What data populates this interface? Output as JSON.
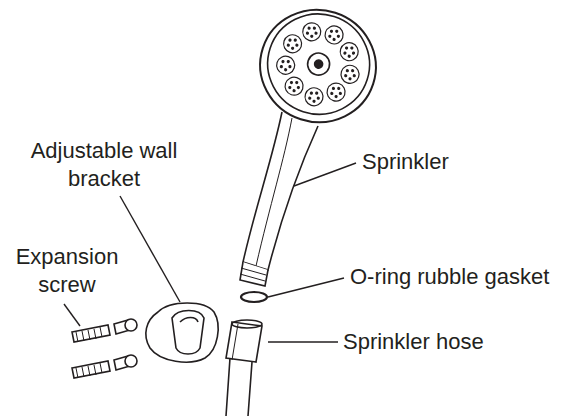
{
  "diagram": {
    "labels": [
      "Adjustable wall bracket",
      "Expansion screw",
      "Sprinkler",
      "O-ring rubble gasket",
      "Sprinkler hose"
    ]
  }
}
